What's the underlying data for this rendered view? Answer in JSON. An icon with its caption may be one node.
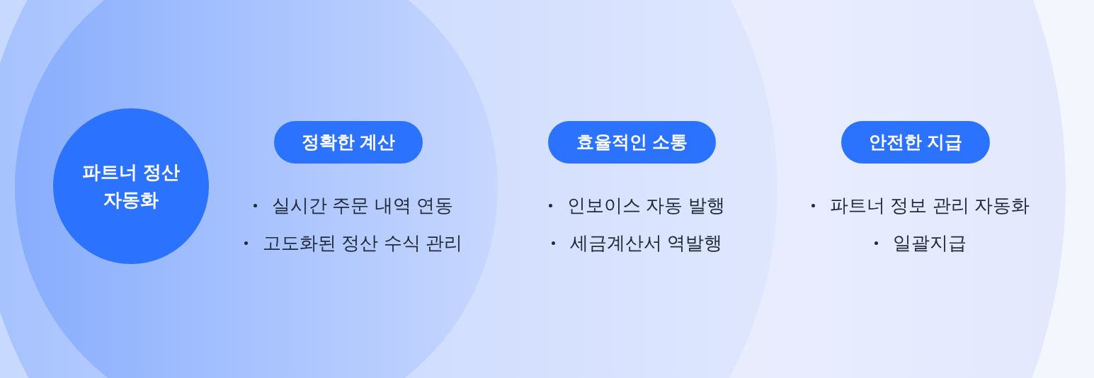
{
  "diagram": {
    "nodes": [
      {
        "text": [],
        "shape": "circle"
      },
      {
        "text": [],
        "shape": "circle",
        "in": 0
      },
      {
        "text": [],
        "shape": "circle",
        "in": 1
      },
      {
        "text": [
          "파트너 정산 자동화"
        ],
        "in": 2
      },
      {
        "text": [
          "정확한 계산"
        ],
        "in": 2,
        "beside": [
          "실시간 주문 내역 연동",
          "고도화된 정산 수식 관리"
        ]
      },
      {
        "text": [
          "효율적인 소통"
        ],
        "in": 1,
        "beside": [
          "인보이스 자동 발행",
          "세금계산서 역발행"
        ]
      },
      {
        "text": [
          "안전한 지급"
        ],
        "in": 0,
        "beside": [
          "파트너 정보 관리 자동화",
          "일괄지급"
        ]
      }
    ]
  }
}
